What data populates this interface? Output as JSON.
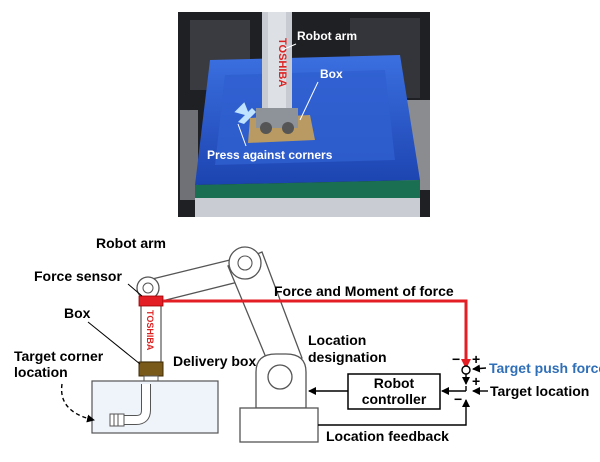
{
  "photo": {
    "labels": {
      "robot_arm": "Robot arm",
      "box": "Box",
      "press": "Press against corners"
    },
    "brand_text": "TOSHIBA"
  },
  "diagram": {
    "labels": {
      "robot_arm": "Robot arm",
      "force_sensor": "Force sensor",
      "box": "Box",
      "target_corner_line1": "Target corner",
      "target_corner_line2": "location",
      "delivery_box": "Delivery box",
      "force_moment": "Force  and  Moment of force",
      "location_line1": "Location",
      "location_line2": "designation",
      "robot_controller_line1": "Robot",
      "robot_controller_line2": "controller",
      "target_push_force": "Target push force",
      "target_location": "Target location",
      "location_feedback": "Location feedback"
    },
    "signs": {
      "minus_top": "−",
      "plus_top": "+",
      "plus_bottom": "+",
      "minus_bottom": "−"
    },
    "brand_text": "TOSHIBA"
  },
  "colors": {
    "force_line": "#e31e24",
    "target_push_force": "#2f6fb8",
    "bin_blue": "#2a56c6"
  }
}
